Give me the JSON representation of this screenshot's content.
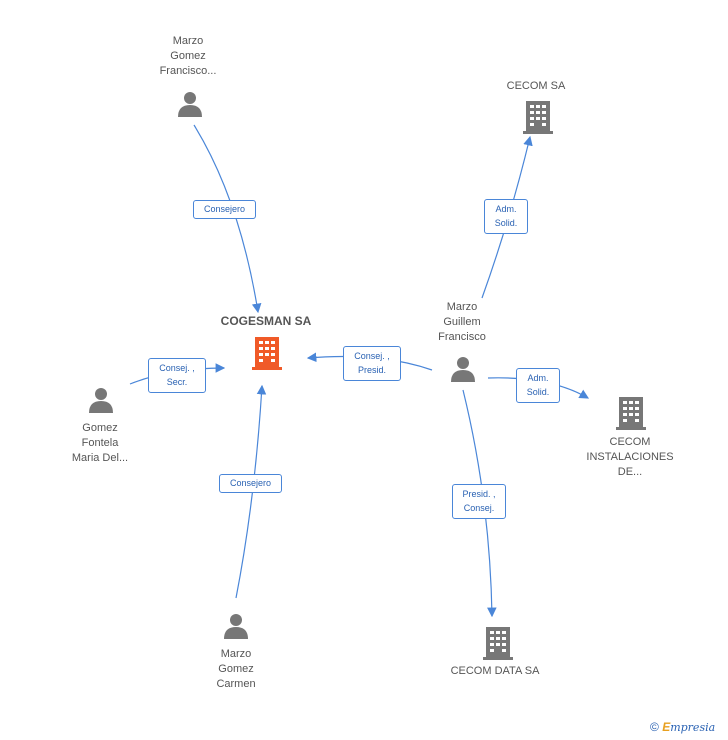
{
  "nodes": {
    "marzo_gomez_francisco": "Marzo\nGomez\nFrancisco...",
    "cecom_sa": "CECOM SA",
    "cogesman_sa": "COGESMAN SA",
    "marzo_guillem_francisco": "Marzo\nGuillem\nFrancisco",
    "gomez_fontela": "Gomez\nFontela\nMaria Del...",
    "cecom_instalaciones": "CECOM\nINSTALACIONES\nDE...",
    "marzo_gomez_carmen": "Marzo\nGomez\nCarmen",
    "cecom_data_sa": "CECOM DATA SA"
  },
  "roles": {
    "consejero_top": "Consejero",
    "adm_solid_top": "Adm.\nSolid.",
    "consej_presid": "Consej. ,\nPresid.",
    "consej_secr": "Consej. ,\nSecr.",
    "adm_solid_right": "Adm.\nSolid.",
    "consejero_bottom": "Consejero",
    "presid_consej": "Presid. ,\nConsej."
  },
  "colors": {
    "edge": "#4a86d8",
    "focus_company": "#f05a28",
    "company": "#777777",
    "person": "#777777"
  },
  "footer": {
    "copyright": "©",
    "brand_initial": "E",
    "brand_rest": "mpresia"
  }
}
